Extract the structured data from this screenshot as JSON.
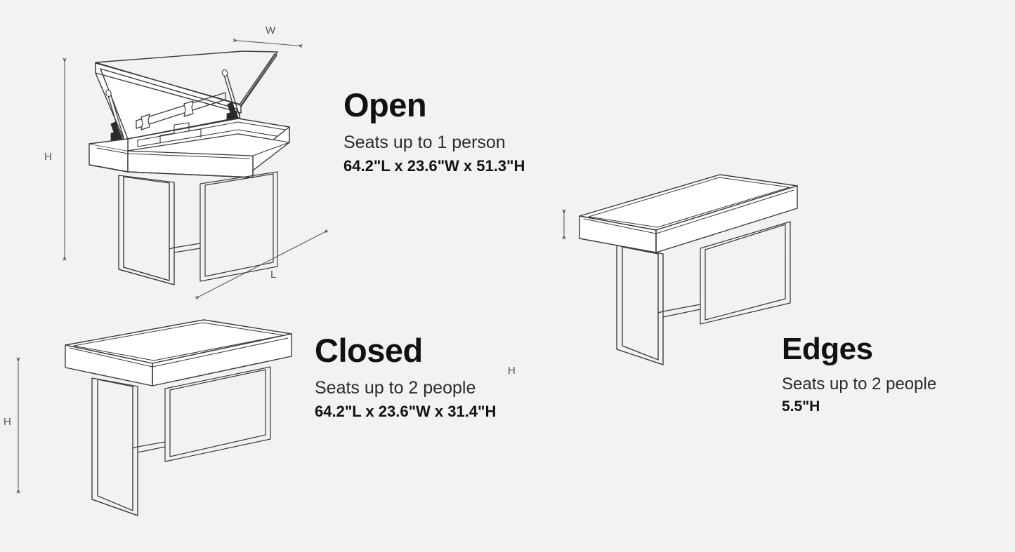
{
  "background_color": "#f2f2f2",
  "line_color": "#3a3a3a",
  "fill_color": "#ffffff",
  "dimension_line_color": "#6b6b6b",
  "title_color": "#111111",
  "specs": [
    {
      "id": "open",
      "title": "Open",
      "seats": "Seats up to 1 person",
      "dimensions": "64.2\"L x 23.6\"W x 51.3\"H"
    },
    {
      "id": "closed",
      "title": "Closed",
      "seats": "Seats up to 2 people",
      "dimensions": "64.2\"L x 23.6\"W x 31.4\"H"
    },
    {
      "id": "edges",
      "title": "Edges",
      "seats": "Seats up to 2 people",
      "dimensions": "5.5\"H"
    }
  ],
  "dimension_labels": {
    "width_top": "W",
    "height_open": "H",
    "length_open": "L",
    "height_closed": "H",
    "height_edges": "H"
  },
  "illustrations": [
    {
      "id": "open-desk",
      "name": "lift-top desk shown open with gas struts",
      "dimension_callouts": [
        "W",
        "H",
        "L"
      ]
    },
    {
      "id": "closed-desk",
      "name": "desk shown closed",
      "dimension_callouts": [
        "H"
      ]
    },
    {
      "id": "edges-desk",
      "name": "desk top edge thickness callout",
      "dimension_callouts": [
        "H"
      ]
    }
  ]
}
